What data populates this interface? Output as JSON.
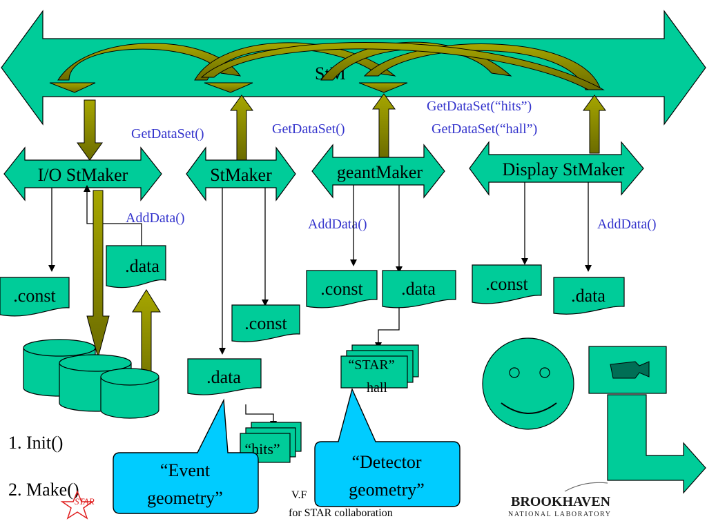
{
  "colors": {
    "shape": "#00cc99",
    "olive": "#808000",
    "callout": "#00ccff",
    "method_text": "#3333cc",
    "bnl_text": "#1a1a1a",
    "star_logo": "#e02020"
  },
  "bus": {
    "label": "StM"
  },
  "makers": [
    {
      "id": "io",
      "label": "I/O StMaker"
    },
    {
      "id": "st",
      "label": "StMaker"
    },
    {
      "id": "geant",
      "label": "geantMaker"
    },
    {
      "id": "display",
      "label": "Display StMaker"
    }
  ],
  "methods": {
    "getdataset_1": "GetDataSet()",
    "getdataset_2": "GetDataSet()",
    "getdataset_hits": "GetDataSet(“hits”)",
    "getdataset_hall": "GetDataSet(“hall”)",
    "adddata_1": "AddData()",
    "adddata_2": "AddData()",
    "adddata_3": "AddData()"
  },
  "documents": {
    "io_data": ".data",
    "io_const": ".const",
    "st_const": ".const",
    "st_data": ".data",
    "geant_const": ".const",
    "geant_data": ".data",
    "display_const": ".const",
    "display_data": ".data"
  },
  "stacks": {
    "star_hall_line1": "“STAR”",
    "star_hall_line2": "hall",
    "hits": "“hits”"
  },
  "callouts": {
    "event_line1": "“Event",
    "event_line2": "geometry”",
    "detector_line1": "“Detector",
    "detector_line2": "geometry”"
  },
  "steps": [
    "1. Init()",
    "2. Make()"
  ],
  "icons": [
    "database-icon",
    "smiley-face-icon",
    "video-camera-icon",
    "bent-arrow-icon"
  ],
  "footer": {
    "author": "V.F",
    "collab": "for STAR collaboration",
    "star_logo_text": "STAR",
    "bnl_name": "BROOKHAVEN",
    "bnl_sub": "NATIONAL LABORATORY"
  }
}
